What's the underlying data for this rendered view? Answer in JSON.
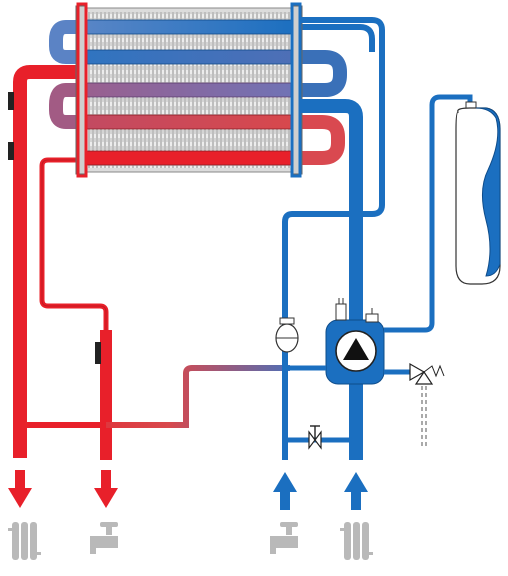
{
  "diagram": {
    "kind": "boiler-hydraulic-schematic",
    "colors": {
      "hot": "#e8202a",
      "hot_dark": "#a0101a",
      "cold": "#1b6fc0",
      "cold_dark": "#0e4c8a",
      "mixed": "#8c6aa5",
      "fins": "#c9c9c9",
      "fins_line": "#7a7a7a",
      "grey_icon": "#b9b9b9",
      "vessel_fill": "#ffffff"
    },
    "components": [
      {
        "id": "heat-exchanger",
        "icon": "finned-heat-exchanger"
      },
      {
        "id": "expansion-vessel",
        "icon": "expansion-vessel"
      },
      {
        "id": "circulation-pump",
        "icon": "pump-triangle"
      },
      {
        "id": "safety-valve",
        "icon": "relief-valve"
      },
      {
        "id": "bypass-valve",
        "icon": "gate-valve"
      },
      {
        "id": "flow-switch",
        "icon": "flow-switch"
      }
    ],
    "outlets": [
      {
        "id": "heating-flow",
        "direction": "out",
        "icon": "radiator-icon",
        "color": "hot"
      },
      {
        "id": "hot-water-out",
        "direction": "out",
        "icon": "tap-icon",
        "color": "hot"
      },
      {
        "id": "cold-water-in",
        "direction": "in",
        "icon": "tap-icon",
        "color": "cold"
      },
      {
        "id": "heating-return",
        "direction": "in",
        "icon": "radiator-icon",
        "color": "cold"
      }
    ]
  }
}
